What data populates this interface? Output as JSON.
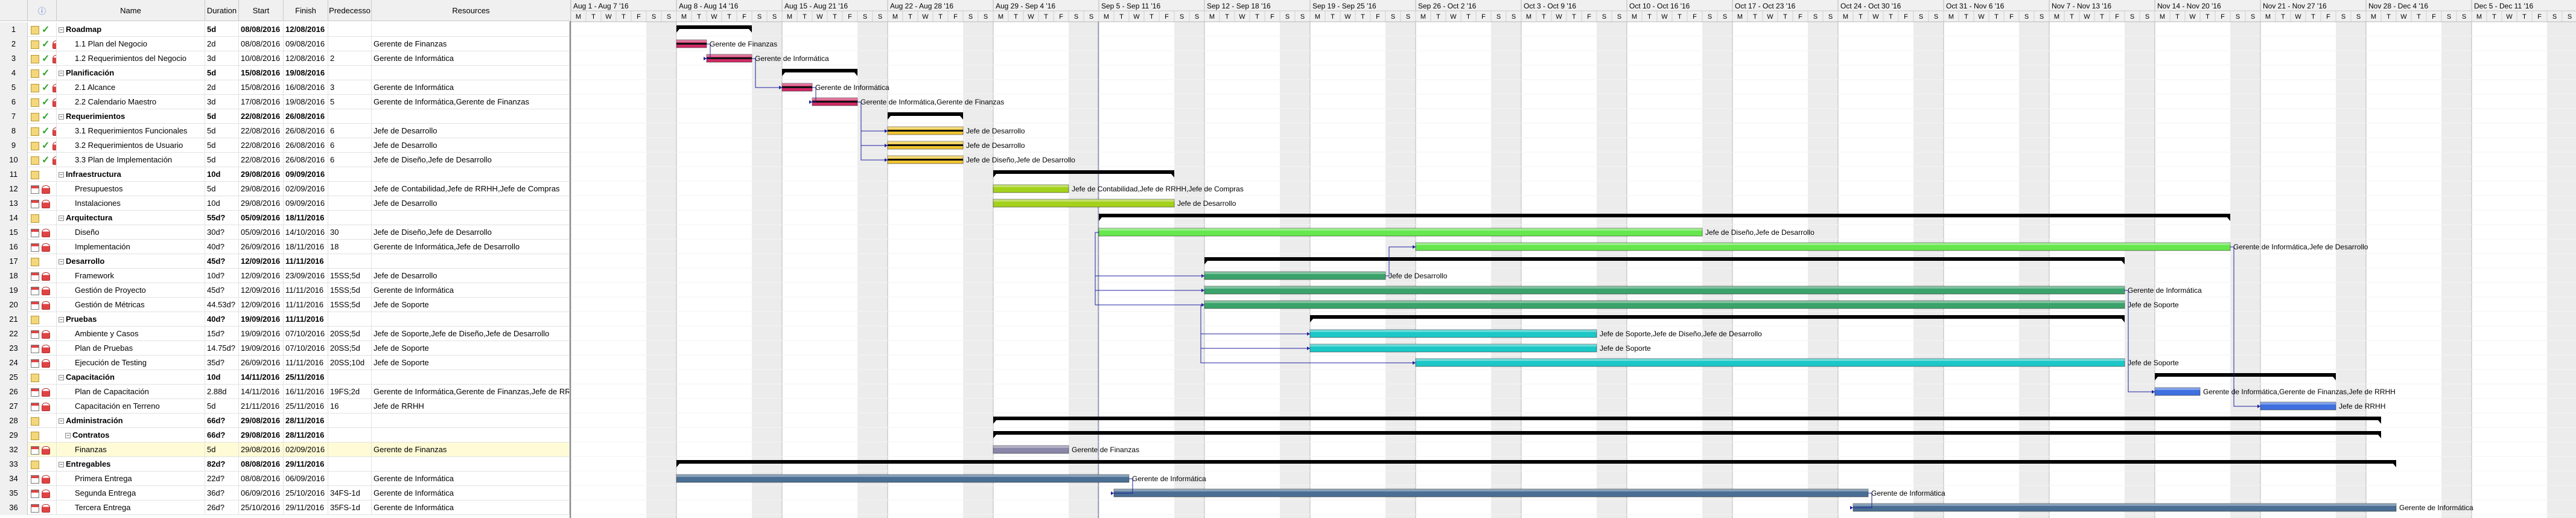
{
  "columns": {
    "info": "ⓘ",
    "name": "Name",
    "duration": "Duration",
    "start": "Start",
    "finish": "Finish",
    "predecessors": "Predecesso",
    "resources": "Resources"
  },
  "day_letters": [
    "M",
    "T",
    "W",
    "T",
    "F",
    "S",
    "S"
  ],
  "weeks": [
    "Aug 1 - Aug 7 '16",
    "Aug 8 - Aug 14 '16",
    "Aug 15 - Aug 21 '16",
    "Aug 22 - Aug 28 '16",
    "Aug 29 - Sep 4 '16",
    "Sep 5 - Sep 11 '16",
    "Sep 12 - Sep 18 '16",
    "Sep 19 - Sep 25 '16",
    "Sep 26 - Oct 2 '16",
    "Oct 3 - Oct 9 '16",
    "Oct 10 - Oct 16 '16",
    "Oct 17 - Oct 23 '16",
    "Oct 24 - Oct 30 '16",
    "Oct 31 - Nov 6 '16",
    "Nov 7 - Nov 13 '16",
    "Nov 14 - Nov 20 '16",
    "Nov 21 - Nov 27 '16",
    "Nov 28 - Dec 4 '16",
    "Dec 5 - Dec 11 '16"
  ],
  "colors": {
    "done_bar": "#d02a64",
    "spec_bar": "#f2c530",
    "infra_bar": "#a4d11b",
    "arch_bar": "#66e74d",
    "dev_bar": "#3aa36b",
    "test_bar": "#1cc7c7",
    "cap_bar": "#3f6fe0",
    "fin_bar": "#8a86a8",
    "ent_bar": "#4b6f94",
    "summary": "#000000",
    "link": "#2020a0"
  },
  "tasks": [
    {
      "id": "1",
      "name": "Roadmap",
      "dur": "5d",
      "start": "08/08/2016",
      "finish": "12/08/2016",
      "pred": "",
      "res": "",
      "summary": true,
      "icons": [
        "note",
        "check"
      ]
    },
    {
      "id": "2",
      "name": "1.1 Plan del Negocio",
      "dur": "2d",
      "start": "08/08/2016",
      "finish": "09/08/2016",
      "pred": "",
      "res": "Gerente de Finanzas",
      "icons": [
        "note",
        "check",
        "res"
      ]
    },
    {
      "id": "3",
      "name": "1.2 Requerimientos del Negocio",
      "dur": "3d",
      "start": "10/08/2016",
      "finish": "12/08/2016",
      "pred": "2",
      "res": "Gerente de Informática",
      "icons": [
        "note",
        "check",
        "res"
      ]
    },
    {
      "id": "4",
      "name": "Planificación",
      "dur": "5d",
      "start": "15/08/2016",
      "finish": "19/08/2016",
      "pred": "",
      "res": "",
      "summary": true,
      "icons": [
        "note",
        "check"
      ]
    },
    {
      "id": "5",
      "name": "2.1 Alcance",
      "dur": "2d",
      "start": "15/08/2016",
      "finish": "16/08/2016",
      "pred": "3",
      "res": "Gerente de Informática",
      "icons": [
        "note",
        "check",
        "res"
      ]
    },
    {
      "id": "6",
      "name": "2.2 Calendario Maestro",
      "dur": "3d",
      "start": "17/08/2016",
      "finish": "19/08/2016",
      "pred": "5",
      "res": "Gerente de Informática,Gerente de Finanzas",
      "icons": [
        "note",
        "check",
        "res"
      ]
    },
    {
      "id": "7",
      "name": "Requerimientos",
      "dur": "5d",
      "start": "22/08/2016",
      "finish": "26/08/2016",
      "pred": "",
      "res": "",
      "summary": true,
      "icons": [
        "note",
        "check"
      ]
    },
    {
      "id": "8",
      "name": "3.1 Requerimientos Funcionales",
      "dur": "5d",
      "start": "22/08/2016",
      "finish": "26/08/2016",
      "pred": "6",
      "res": "Jefe de Desarrollo",
      "icons": [
        "note",
        "check",
        "res"
      ]
    },
    {
      "id": "9",
      "name": "3.2 Requerimientos de Usuario",
      "dur": "5d",
      "start": "22/08/2016",
      "finish": "26/08/2016",
      "pred": "6",
      "res": "Jefe de Desarrollo",
      "icons": [
        "note",
        "check",
        "res"
      ]
    },
    {
      "id": "10",
      "name": "3.3 Plan de Implementación",
      "dur": "5d",
      "start": "22/08/2016",
      "finish": "26/08/2016",
      "pred": "6",
      "res": "Jefe de Diseño,Jefe de Desarrollo",
      "icons": [
        "note",
        "check",
        "res"
      ]
    },
    {
      "id": "11",
      "name": "Infraestructura",
      "dur": "10d",
      "start": "29/08/2016",
      "finish": "09/09/2016",
      "pred": "",
      "res": "",
      "summary": true,
      "icons": [
        "note"
      ]
    },
    {
      "id": "12",
      "name": "Presupuestos",
      "dur": "5d",
      "start": "29/08/2016",
      "finish": "02/09/2016",
      "pred": "",
      "res": "Jefe de Contabilidad,Jefe de RRHH,Jefe de Compras",
      "icons": [
        "cal",
        "res"
      ]
    },
    {
      "id": "13",
      "name": "Instalaciones",
      "dur": "10d",
      "start": "29/08/2016",
      "finish": "09/09/2016",
      "pred": "",
      "res": "Jefe de Desarrollo",
      "icons": [
        "cal",
        "res"
      ]
    },
    {
      "id": "14",
      "name": "Arquitectura",
      "dur": "55d?",
      "start": "05/09/2016",
      "finish": "18/11/2016",
      "pred": "",
      "res": "",
      "summary": true,
      "icons": [
        "note"
      ]
    },
    {
      "id": "15",
      "name": "Diseño",
      "dur": "30d?",
      "start": "05/09/2016",
      "finish": "14/10/2016",
      "pred": "30",
      "res": "Jefe de Diseño,Jefe de Desarrollo",
      "icons": [
        "cal",
        "res"
      ]
    },
    {
      "id": "16",
      "name": "Implementación",
      "dur": "40d?",
      "start": "26/09/2016",
      "finish": "18/11/2016",
      "pred": "18",
      "res": "Gerente de Informática,Jefe de Desarrollo",
      "icons": [
        "cal",
        "res"
      ]
    },
    {
      "id": "17",
      "name": "Desarrollo",
      "dur": "45d?",
      "start": "12/09/2016",
      "finish": "11/11/2016",
      "pred": "",
      "res": "",
      "summary": true,
      "icons": [
        "note"
      ]
    },
    {
      "id": "18",
      "name": "Framework",
      "dur": "10d?",
      "start": "12/09/2016",
      "finish": "23/09/2016",
      "pred": "15SS;5d",
      "res": "Jefe de Desarrollo",
      "icons": [
        "cal",
        "res"
      ]
    },
    {
      "id": "19",
      "name": "Gestión de Proyecto",
      "dur": "45d?",
      "start": "12/09/2016",
      "finish": "11/11/2016",
      "pred": "15SS;5d",
      "res": "Gerente de Informática",
      "icons": [
        "cal",
        "res"
      ]
    },
    {
      "id": "20",
      "name": "Gestión de Métricas",
      "dur": "44.53d?",
      "start": "12/09/2016",
      "finish": "11/11/2016",
      "pred": "15SS;5d",
      "res": "Jefe de Soporte",
      "icons": [
        "cal",
        "res"
      ]
    },
    {
      "id": "21",
      "name": "Pruebas",
      "dur": "40d?",
      "start": "19/09/2016",
      "finish": "11/11/2016",
      "pred": "",
      "res": "",
      "summary": true,
      "icons": [
        "note"
      ]
    },
    {
      "id": "22",
      "name": "Ambiente y Casos",
      "dur": "15d?",
      "start": "19/09/2016",
      "finish": "07/10/2016",
      "pred": "20SS;5d",
      "res": "Jefe de Soporte,Jefe de Diseño,Jefe de Desarrollo",
      "icons": [
        "cal",
        "res"
      ]
    },
    {
      "id": "23",
      "name": "Plan de Pruebas",
      "dur": "14.75d?",
      "start": "19/09/2016",
      "finish": "07/10/2016",
      "pred": "20SS;5d",
      "res": "Jefe de Soporte",
      "icons": [
        "cal",
        "res"
      ]
    },
    {
      "id": "24",
      "name": "Ejecución de Testing",
      "dur": "35d?",
      "start": "26/09/2016",
      "finish": "11/11/2016",
      "pred": "20SS;10d",
      "res": "Jefe de Soporte",
      "icons": [
        "cal",
        "res"
      ]
    },
    {
      "id": "25",
      "name": "Capacitación",
      "dur": "10d",
      "start": "14/11/2016",
      "finish": "25/11/2016",
      "pred": "",
      "res": "",
      "summary": true,
      "icons": [
        "note"
      ]
    },
    {
      "id": "26",
      "name": "Plan de Capacitación",
      "dur": "2.88d",
      "start": "14/11/2016",
      "finish": "16/11/2016",
      "pred": "19FS;2d",
      "res": "Gerente de Informática,Gerente de Finanzas,Jefe de RRHH",
      "icons": [
        "cal",
        "res"
      ]
    },
    {
      "id": "27",
      "name": "Capacitación en Terreno",
      "dur": "5d",
      "start": "21/11/2016",
      "finish": "25/11/2016",
      "pred": "16",
      "res": "Jefe de RRHH",
      "icons": [
        "cal",
        "res"
      ]
    },
    {
      "id": "28",
      "name": "Administración",
      "dur": "66d?",
      "start": "29/08/2016",
      "finish": "28/11/2016",
      "pred": "",
      "res": "",
      "summary": true,
      "icons": [
        "note"
      ]
    },
    {
      "id": "29",
      "name": "Contratos",
      "dur": "66d?",
      "start": "29/08/2016",
      "finish": "28/11/2016",
      "pred": "",
      "res": "",
      "summary": true,
      "sub": true,
      "icons": [
        "note"
      ]
    },
    {
      "id": "32",
      "name": "Finanzas",
      "dur": "5d",
      "start": "29/08/2016",
      "finish": "02/09/2016",
      "pred": "",
      "res": "Gerente de Finanzas",
      "icons": [
        "cal",
        "res"
      ],
      "selected": true
    },
    {
      "id": "33",
      "name": "Entregables",
      "dur": "82d?",
      "start": "08/08/2016",
      "finish": "29/11/2016",
      "pred": "",
      "res": "",
      "summary": true,
      "icons": [
        "note"
      ]
    },
    {
      "id": "34",
      "name": "Primera Entrega",
      "dur": "22d?",
      "start": "08/08/2016",
      "finish": "06/09/2016",
      "pred": "",
      "res": "Gerente de Informática",
      "icons": [
        "cal",
        "res"
      ]
    },
    {
      "id": "35",
      "name": "Segunda Entrega",
      "dur": "36d?",
      "start": "06/09/2016",
      "finish": "25/10/2016",
      "pred": "34FS-1d",
      "res": "Gerente de Informática",
      "icons": [
        "cal",
        "res"
      ]
    },
    {
      "id": "36",
      "name": "Tercera Entrega",
      "dur": "26d?",
      "start": "25/10/2016",
      "finish": "29/11/2016",
      "pred": "35FS-1d",
      "res": "Gerente de Informática",
      "icons": [
        "cal",
        "res"
      ]
    }
  ]
}
